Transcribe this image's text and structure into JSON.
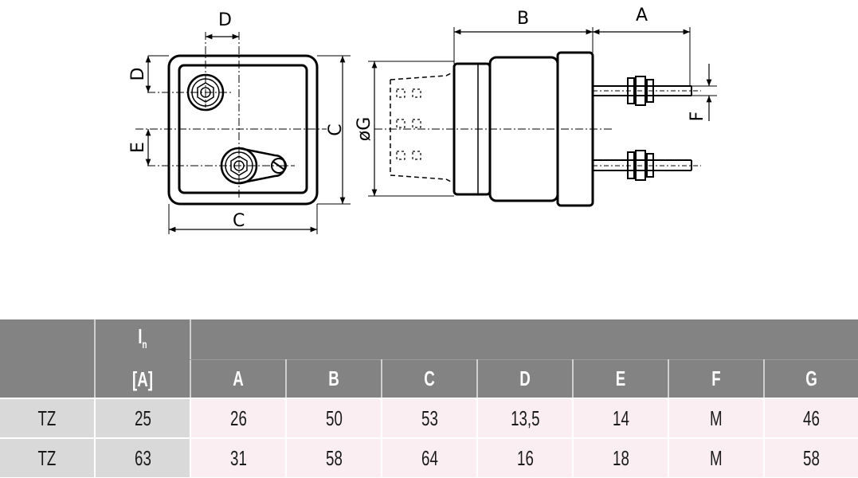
{
  "drawing": {
    "dim_labels": {
      "front_top_D": "D",
      "front_left_D": "D",
      "front_left_E": "E",
      "front_right_C": "C",
      "front_bottom_C": "C",
      "side_G": "øG",
      "side_B": "B",
      "side_A": "A",
      "side_F": "F"
    }
  },
  "table": {
    "header": {
      "in_symbol": "I",
      "in_subscript": "n",
      "in_unit": "[A]",
      "columns": [
        "A",
        "B",
        "C",
        "D",
        "E",
        "F",
        "G"
      ]
    },
    "rows": [
      {
        "type": "TZ",
        "in": "25",
        "values": [
          "26",
          "50",
          "53",
          "13,5",
          "14",
          "M",
          "46"
        ]
      },
      {
        "type": "TZ",
        "in": "63",
        "values": [
          "31",
          "58",
          "64",
          "16",
          "18",
          "M",
          "58"
        ]
      }
    ],
    "colors": {
      "header_bg": "#838383",
      "type_bg": "#d9d9d9",
      "value_bg": "#fbeef2"
    }
  }
}
